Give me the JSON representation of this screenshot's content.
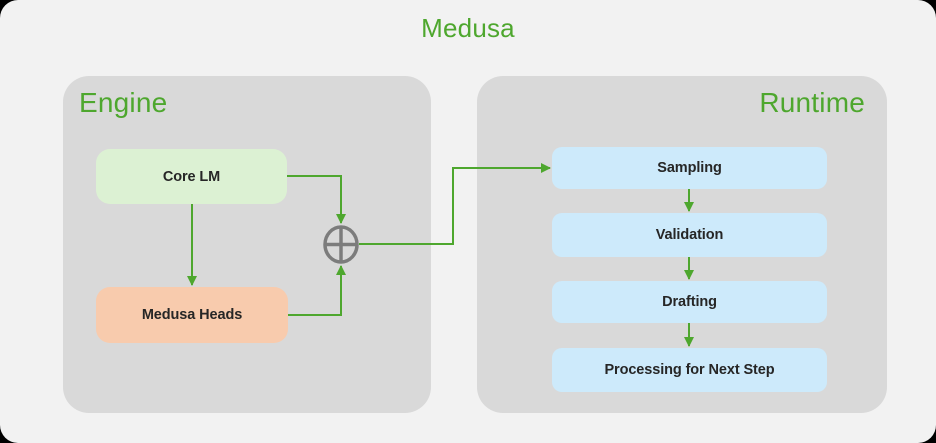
{
  "title": "Medusa",
  "colors": {
    "accent_green": "#4ea72e",
    "canvas_bg": "#f2f2f2",
    "container_gray": "#d9d9d9",
    "core_lm_fill": "#dcf1d3",
    "medusa_heads_fill": "#f8cbad",
    "runtime_node_fill": "#cdeafb",
    "node_text": "#262626",
    "operator_gray": "#7c7c7c"
  },
  "engine": {
    "label": "Engine",
    "nodes": [
      {
        "label": "Core LM"
      },
      {
        "label": "Medusa Heads"
      }
    ]
  },
  "runtime": {
    "label": "Runtime",
    "nodes": [
      {
        "label": "Sampling"
      },
      {
        "label": "Validation"
      },
      {
        "label": "Drafting"
      },
      {
        "label": "Processing for Next Step"
      }
    ]
  },
  "operator": {
    "icon": "plus-circle-icon",
    "meaning": "combine outputs"
  },
  "edges": [
    {
      "from": "Core LM",
      "to": "Medusa Heads"
    },
    {
      "from": "Core LM",
      "to": "plus-circle-operator"
    },
    {
      "from": "Medusa Heads",
      "to": "plus-circle-operator"
    },
    {
      "from": "plus-circle-operator",
      "to": "Sampling"
    },
    {
      "from": "Sampling",
      "to": "Validation"
    },
    {
      "from": "Validation",
      "to": "Drafting"
    },
    {
      "from": "Drafting",
      "to": "Processing for Next Step"
    }
  ]
}
